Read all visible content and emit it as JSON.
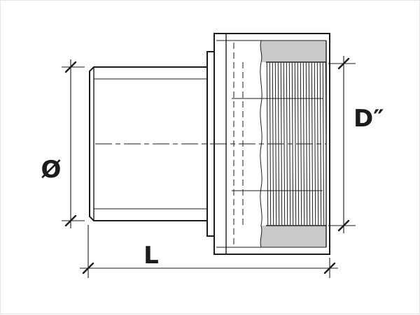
{
  "drawing": {
    "labels": {
      "outer_diameter": "Ø",
      "thread_diameter": "D″",
      "length": "L"
    }
  },
  "colors": {
    "line": "#1c1c1c",
    "section_fill": "#c9c9c9",
    "background": "#ffffff"
  }
}
